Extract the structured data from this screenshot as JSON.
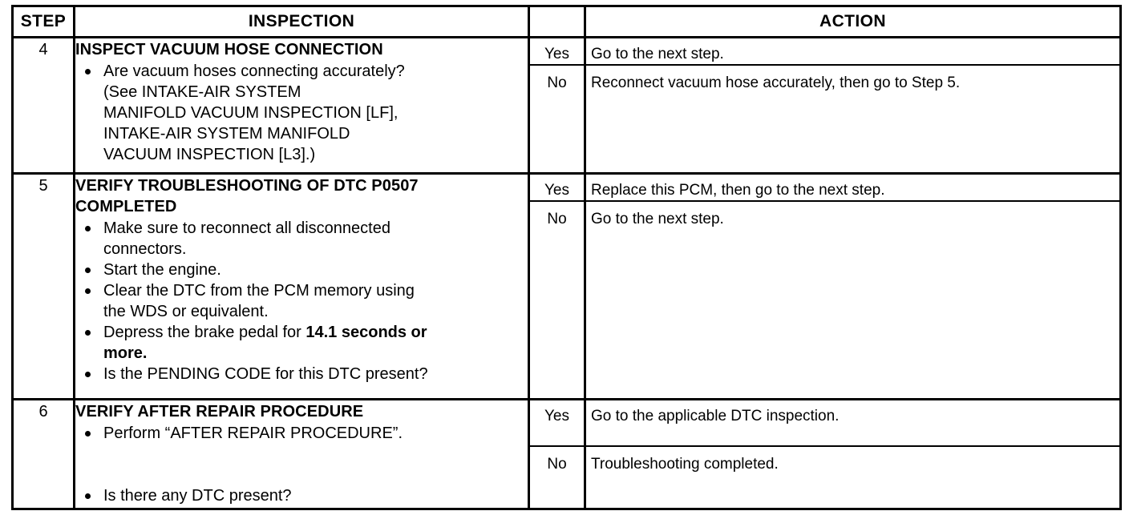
{
  "document": {
    "type": "troubleshooting-table",
    "columns": {
      "step": "STEP",
      "inspection": "INSPECTION",
      "action": "ACTION"
    },
    "answer_labels": {
      "yes": "Yes",
      "no": "No"
    }
  },
  "rows": [
    {
      "step": "4",
      "title": "INSPECT VACUUM HOSE CONNECTION",
      "bullets": [
        {
          "text": "Are vacuum hoses connecting accurately?",
          "continuations": [
            "(See INTAKE-AIR SYSTEM",
            "MANIFOLD VACUUM INSPECTION [LF],",
            "INTAKE-AIR SYSTEM MANIFOLD",
            "VACUUM INSPECTION [L3].)"
          ]
        }
      ],
      "yes_action": "Go to the next step.",
      "no_action": "Reconnect vacuum hose accurately, then go to Step 5."
    },
    {
      "step": "5",
      "title": "VERIFY TROUBLESHOOTING OF DTC P0507 COMPLETED",
      "bullets": [
        {
          "text": "Make sure to reconnect all disconnected",
          "continuations": [
            "connectors."
          ]
        },
        {
          "text": "Start the engine.",
          "continuations": []
        },
        {
          "text": "Clear the DTC from the PCM memory using",
          "continuations": [
            "the WDS or equivalent."
          ]
        },
        {
          "text_before_bold": "Depress the brake pedal for ",
          "text_bold": "14.1 seconds or",
          "continuations_bold": [
            "more."
          ],
          "continuations": []
        },
        {
          "text": "Is the PENDING CODE for this DTC present?",
          "continuations": []
        }
      ],
      "yes_action": "Replace this PCM, then go to the next step.",
      "no_action": "Go to the next step."
    },
    {
      "step": "6",
      "title": "VERIFY AFTER REPAIR PROCEDURE",
      "bullets": [
        {
          "text": "Perform “AFTER REPAIR PROCEDURE”.",
          "continuations": []
        },
        {
          "text": "Is there any DTC present?",
          "continuations": []
        }
      ],
      "yes_action": "Go to the applicable DTC inspection.",
      "no_action": "Troubleshooting completed."
    }
  ]
}
